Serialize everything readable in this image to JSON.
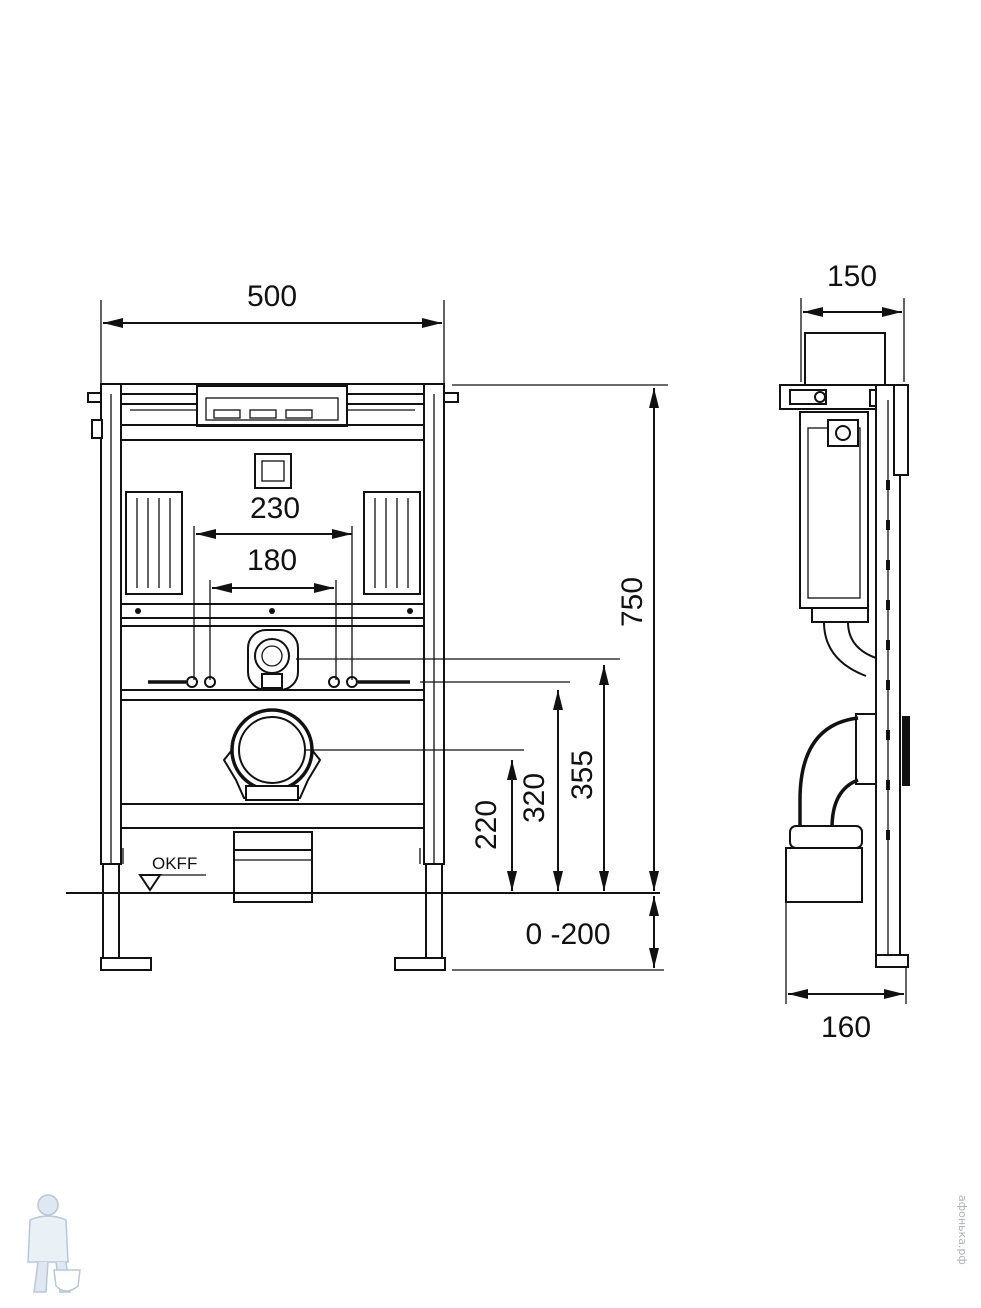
{
  "drawing": {
    "dimensions": {
      "frame_width": "500",
      "flush_plate_width": "230",
      "stud_spacing": "180",
      "frame_height": "750",
      "outlet_height_220": "220",
      "outlet_height_320": "320",
      "outlet_height_355": "355",
      "leg_adjustment": "0 -200",
      "side_top_depth": "150",
      "side_bottom_depth": "160"
    },
    "labels": {
      "floor_level": "OKFF"
    }
  },
  "watermark": {
    "text": "афонька.рф",
    "mascot_icon": "plumber-mascot-icon"
  },
  "colors": {
    "line": "#111111",
    "watermark": "#aab4c0"
  }
}
